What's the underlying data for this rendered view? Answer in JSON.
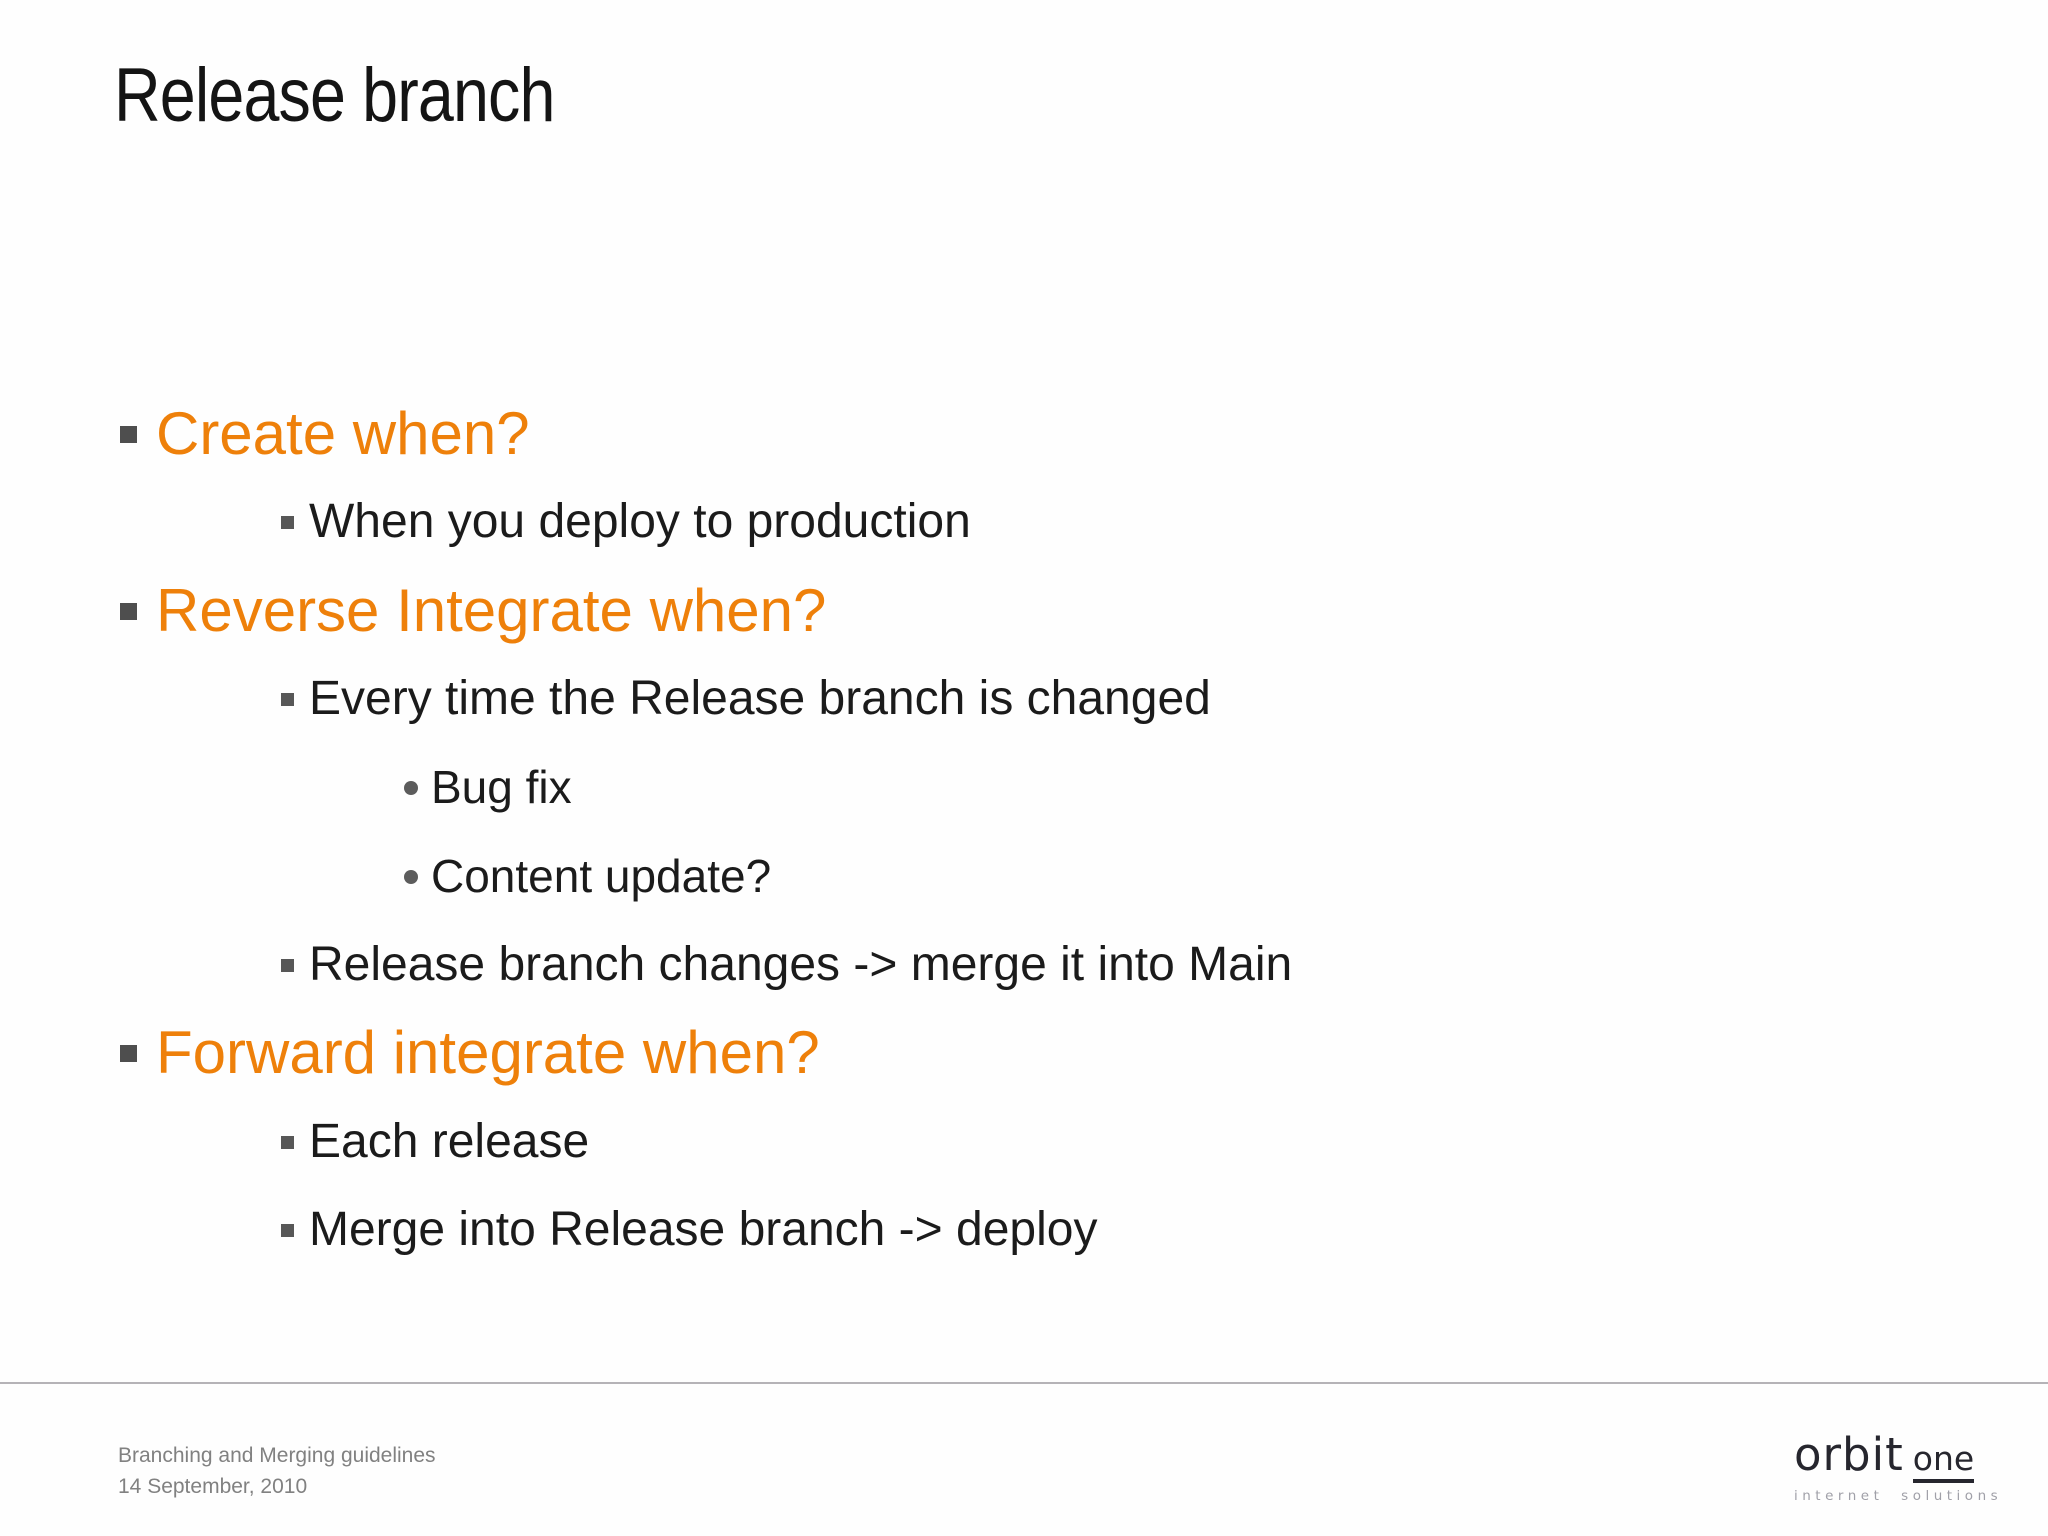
{
  "slide": {
    "title": "Release branch",
    "bullets": [
      {
        "level": 1,
        "text": "Create when?"
      },
      {
        "level": 2,
        "text": "When you deploy to production"
      },
      {
        "level": 1,
        "text": "Reverse Integrate when?"
      },
      {
        "level": 2,
        "text": "Every time the Release branch is changed"
      },
      {
        "level": 3,
        "text": "Bug fix"
      },
      {
        "level": 3,
        "text": "Content update?"
      },
      {
        "level": 2,
        "text": "Release branch changes -> merge it into Main"
      },
      {
        "level": 1,
        "text": "Forward integrate when?"
      },
      {
        "level": 2,
        "text": "Each release"
      },
      {
        "level": 2,
        "text": "Merge into Release branch -> deploy"
      }
    ],
    "footer": {
      "deck_title": "Branching and Merging guidelines",
      "date": "14 September, 2010"
    },
    "logo": {
      "brand_primary": "orbit",
      "brand_secondary": "one",
      "tagline": "internet solutions"
    },
    "colors": {
      "accent_orange": "#EE800A",
      "bullet_gray": "#555555",
      "body_text": "#1b1b1b",
      "footer_text": "#818181",
      "divider": "#b5b3b7",
      "logo_dark": "#26262e",
      "logo_tagline_gray": "#a0a0a8"
    }
  }
}
